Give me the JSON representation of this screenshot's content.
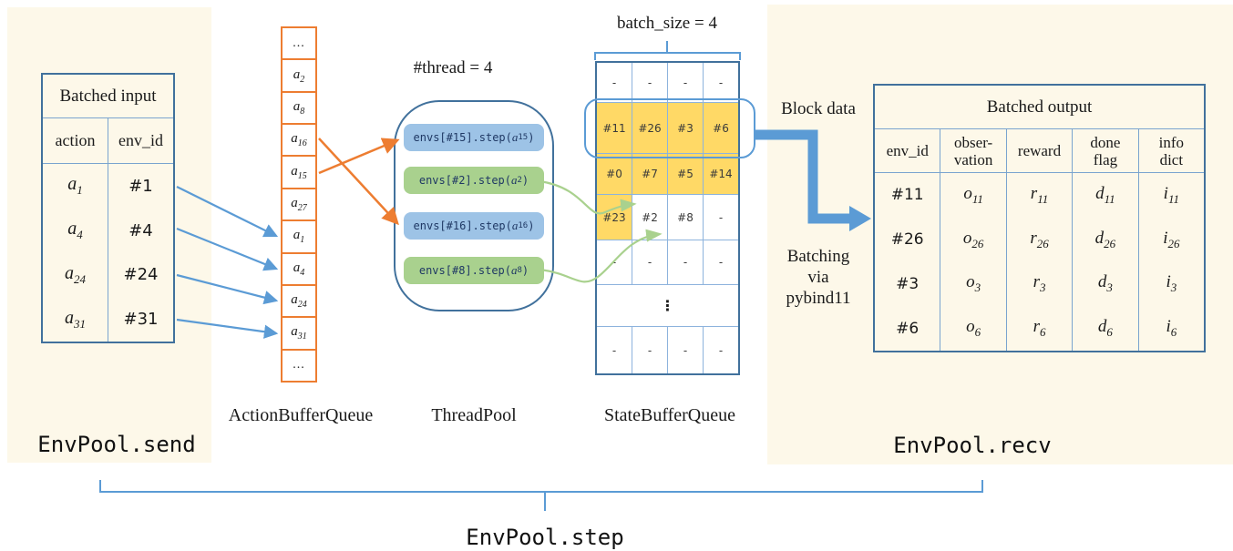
{
  "diagram_labels": {
    "send": "EnvPool.send",
    "recv": "EnvPool.recv",
    "step": "EnvPool.step",
    "action_queue": "ActionBufferQueue",
    "thread_pool": "ThreadPool",
    "state_queue": "StateBufferQueue",
    "thread_count": "#thread = 4",
    "batch_size": "batch_size = 4",
    "block_data": "Block data",
    "batching_line1": "Batching",
    "batching_line2": "via",
    "batching_line3": "pybind11"
  },
  "input_table": {
    "title": "Batched input",
    "headers": [
      "action",
      "env_id"
    ],
    "rows": [
      {
        "base": "a",
        "sub": "1",
        "env": "#1"
      },
      {
        "base": "a",
        "sub": "4",
        "env": "#4"
      },
      {
        "base": "a",
        "sub": "24",
        "env": "#24"
      },
      {
        "base": "a",
        "sub": "31",
        "env": "#31"
      }
    ]
  },
  "action_queue": {
    "ellipsis": "...",
    "cells": [
      {
        "base": "a",
        "sub": "2"
      },
      {
        "base": "a",
        "sub": "8"
      },
      {
        "base": "a",
        "sub": "16"
      },
      {
        "base": "a",
        "sub": "15"
      },
      {
        "base": "a",
        "sub": "27"
      },
      {
        "base": "a",
        "sub": "1"
      },
      {
        "base": "a",
        "sub": "4"
      },
      {
        "base": "a",
        "sub": "24"
      },
      {
        "base": "a",
        "sub": "31"
      }
    ]
  },
  "thread_pool": {
    "tasks": [
      {
        "before": "envs[#15].step(",
        "base": "a",
        "sub": "15",
        "after": ")",
        "color": "blue"
      },
      {
        "before": "envs[#2].step(",
        "base": "a",
        "sub": "2",
        "after": ")",
        "color": "green"
      },
      {
        "before": "envs[#16].step(",
        "base": "a",
        "sub": "16",
        "after": ")",
        "color": "blue"
      },
      {
        "before": "envs[#8].step(",
        "base": "a",
        "sub": "8",
        "after": ")",
        "color": "green"
      }
    ]
  },
  "state_queue": {
    "grid": [
      [
        "-",
        "-",
        "-",
        "-"
      ],
      [
        "#11",
        "#26",
        "#3",
        "#6"
      ],
      [
        "#0",
        "#7",
        "#5",
        "#14"
      ],
      [
        "#23",
        "#2",
        "#8",
        "-"
      ],
      [
        "-",
        "-",
        "-",
        "-"
      ],
      [
        "⋮"
      ],
      [
        "-",
        "-",
        "-",
        "-"
      ]
    ]
  },
  "output_table": {
    "title": "Batched output",
    "headers": [
      {
        "l1": "env_id",
        "l2": ""
      },
      {
        "l1": "obser-",
        "l2": "vation"
      },
      {
        "l1": "reward",
        "l2": ""
      },
      {
        "l1": "done",
        "l2": "flag"
      },
      {
        "l1": "info",
        "l2": "dict"
      }
    ],
    "rows": [
      {
        "env": "#11",
        "cols": [
          {
            "base": "o",
            "sub": "11"
          },
          {
            "base": "r",
            "sub": "11"
          },
          {
            "base": "d",
            "sub": "11"
          },
          {
            "base": "i",
            "sub": "11"
          }
        ]
      },
      {
        "env": "#26",
        "cols": [
          {
            "base": "o",
            "sub": "26"
          },
          {
            "base": "r",
            "sub": "26"
          },
          {
            "base": "d",
            "sub": "26"
          },
          {
            "base": "i",
            "sub": "26"
          }
        ]
      },
      {
        "env": "#3",
        "cols": [
          {
            "base": "o",
            "sub": "3"
          },
          {
            "base": "r",
            "sub": "3"
          },
          {
            "base": "d",
            "sub": "3"
          },
          {
            "base": "i",
            "sub": "3"
          }
        ]
      },
      {
        "env": "#6",
        "cols": [
          {
            "base": "o",
            "sub": "6"
          },
          {
            "base": "r",
            "sub": "6"
          },
          {
            "base": "d",
            "sub": "6"
          },
          {
            "base": "i",
            "sub": "6"
          }
        ]
      }
    ]
  },
  "colors": {
    "panel_bg": "#fdf8e9",
    "table_border": "#41719c",
    "grid_line": "#8db3dd",
    "queue_border": "#ed7d31",
    "arrow_blue": "#5b9bd5",
    "arrow_orange": "#ed7d31",
    "arrow_green": "#a9d18e",
    "cell_yellow": "#ffd966",
    "pill_blue": "#9dc3e6",
    "pill_green": "#a9d18e"
  }
}
